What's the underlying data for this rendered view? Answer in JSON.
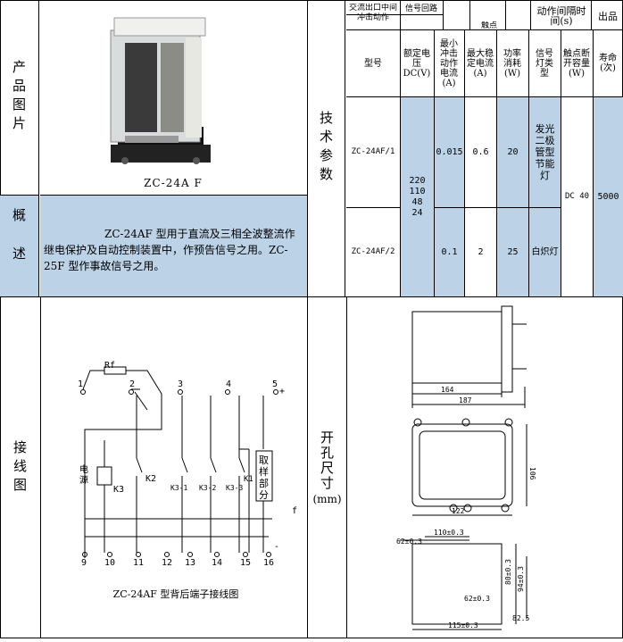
{
  "left": {
    "image_label": "产品图片",
    "product_name": "ZC-24A F",
    "overview_label": "概述",
    "overview_text": "ZC-24AF 型用于直流及三相全波整流作继电保护及自动控制装置中，作预告信号之用。ZC-25F 型作事故信号之用。",
    "wiring_label": "接线图",
    "wiring_caption": "ZC-24AF 型背后端子接线图"
  },
  "tech": {
    "label": "技术参数",
    "top_headers": [
      "交流出口中间冲击动作",
      "信号回路",
      "触点",
      "动作间隔时间(s)",
      "出品"
    ],
    "headers": [
      "型号",
      "额定电压DC(V)",
      "最小冲击动作电流(A)",
      "最大稳定电流(A)",
      "功率消耗(W)",
      "信号灯类型",
      "触点断开容量(W)",
      "寿命(次)"
    ],
    "rows": [
      {
        "model": "ZC-24AF/1",
        "min_current": "0.015",
        "max_current": "0.6",
        "power": "20",
        "lamp": "发光二极管型节能灯"
      },
      {
        "model": "ZC-24AF/2",
        "min_current": "0.1",
        "max_current": "2",
        "power": "25",
        "lamp": "白炽灯"
      }
    ],
    "voltages": [
      "220",
      "110",
      "48",
      "24"
    ],
    "contact_capacity": "DC 40",
    "life": "5000"
  },
  "cutout": {
    "label": "开孔尺寸",
    "unit": "(mm)",
    "dims": {
      "w164": "164",
      "w187": "187",
      "h106": "106",
      "w122": "122",
      "d110": "110±0.3",
      "d62": "62±0.3",
      "d80": "80±0.3",
      "d94": "94±0.3",
      "d62b": "62±0.3",
      "d82": "82.5",
      "d115": "115±0.3"
    }
  },
  "wiring": {
    "rf": "Rf",
    "terminals_top": [
      "1",
      "2",
      "3",
      "4",
      "5"
    ],
    "terminals_bottom": [
      "9",
      "10",
      "11",
      "12",
      "13",
      "14",
      "15",
      "16"
    ],
    "power_label": "电源",
    "k3": "K3",
    "k2": "K2",
    "k31": "K3-1",
    "k32": "K3-2",
    "k33": "K3-3",
    "k1": "K1",
    "sampling": "取样部分",
    "plus": "+",
    "minus": "-",
    "f": "f"
  }
}
